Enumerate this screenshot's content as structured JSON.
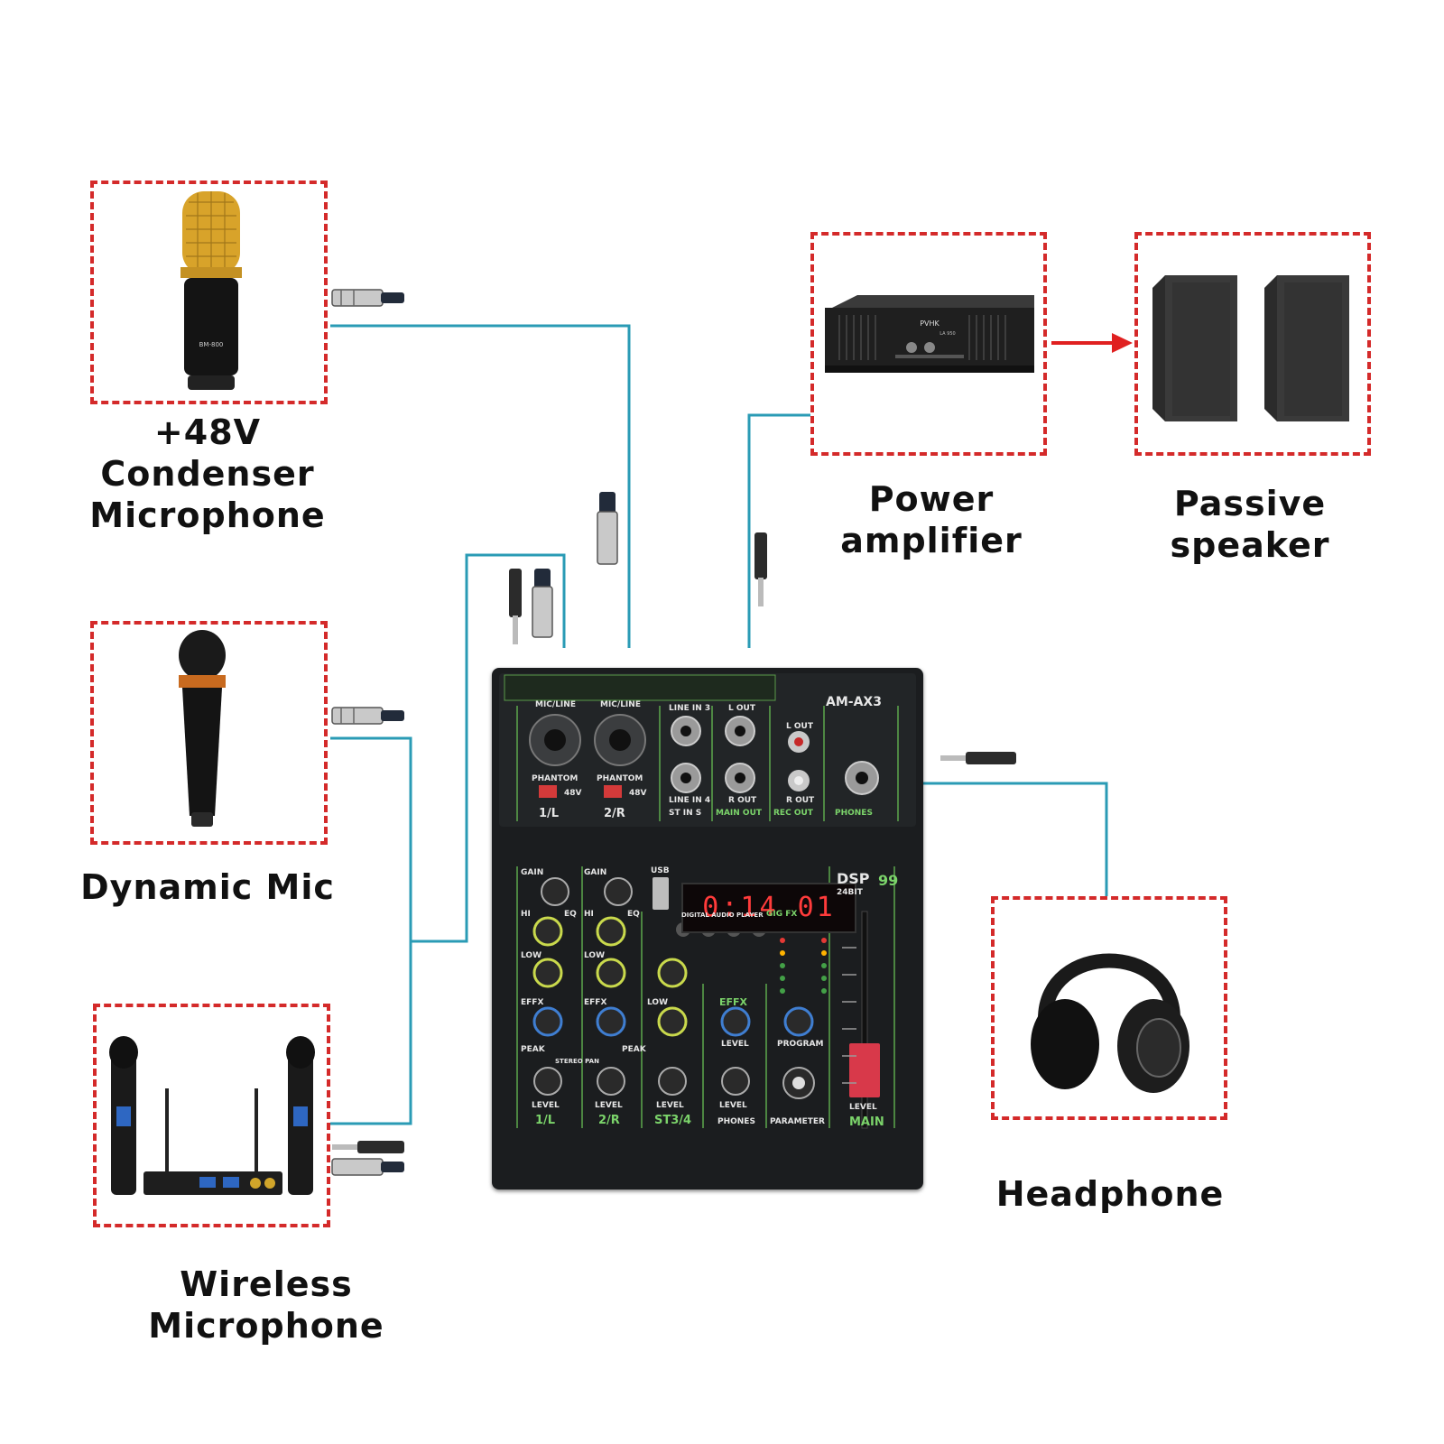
{
  "devices": {
    "condenser_mic": {
      "label_line1": "+48V",
      "label_line2": "Condenser",
      "label_line3": "Microphone",
      "badge": "BM-800"
    },
    "dynamic_mic": {
      "label": "Dynamic Mic"
    },
    "wireless_mic": {
      "label": "Wireless Microphone"
    },
    "power_amplifier": {
      "label": "Power amplifier",
      "brand": "PVHK",
      "model": "LA 950"
    },
    "passive_speaker": {
      "label": "Passive speaker"
    },
    "headphone": {
      "label": "Headphone"
    }
  },
  "mixer": {
    "model": "AM-AX3",
    "dsp": "DSP",
    "dsp_number": "99",
    "bit_depth": "24BIT",
    "display": "0:14 01",
    "usb_label": "USB",
    "input_1": "1/L",
    "input_2": "2/R",
    "mic_line": "MIC/LINE",
    "phantom": "PHANTOM",
    "v48": "48V",
    "line_in_3": "LINE IN 3",
    "line_in_4": "LINE IN 4",
    "l_out": "L OUT",
    "r_out": "R OUT",
    "st_in": "ST IN S",
    "main_out": "MAIN OUT",
    "rec_out": "REC OUT",
    "phones": "PHONES",
    "gain": "GAIN",
    "hi": "HI",
    "eq": "EQ",
    "low": "LOW",
    "effx": "EFFX",
    "peak": "PEAK",
    "stereo_pan": "STEREO PAN",
    "level": "LEVEL",
    "st34": "ST3/4",
    "program": "PROGRAM",
    "parameter": "PARAMETER",
    "main": "MAIN",
    "digital_audio_player": "DIGITAL AUDIO PLAYER",
    "gig_fx": "GIG FX"
  },
  "colors": {
    "dashed_border": "#d42a2a",
    "wire": "#2a9bb5",
    "mixer_body": "#1b1d1f",
    "accent_green": "#7bd36a",
    "arrow": "#e02020"
  }
}
